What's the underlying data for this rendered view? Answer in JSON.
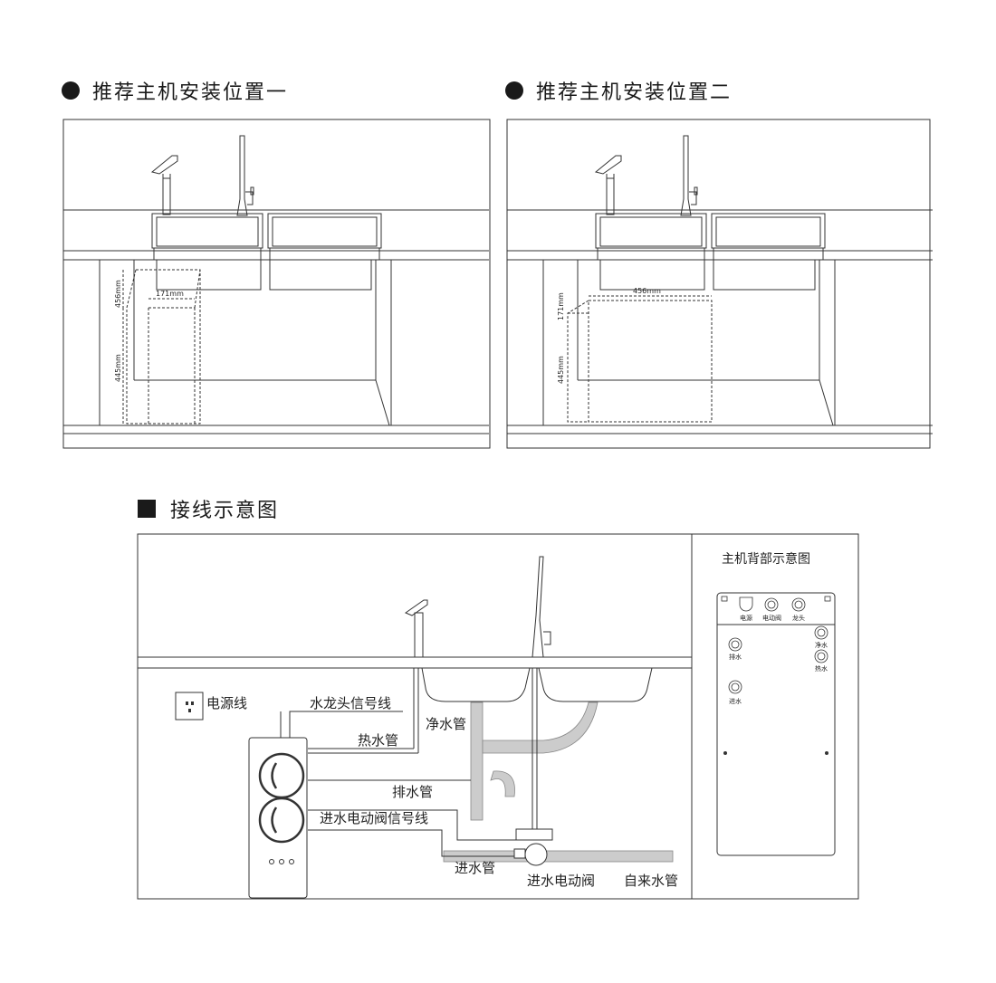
{
  "sections": {
    "position_one_title": "推荐主机安装位置一",
    "position_two_title": "推荐主机安装位置二",
    "wiring_title": "接线示意图"
  },
  "position_one": {
    "dim_height_top": "456mm",
    "dim_width": "171mm",
    "dim_height": "445mm"
  },
  "position_two": {
    "dim_width": "456mm",
    "dim_depth": "171mm",
    "dim_height": "445mm"
  },
  "wiring": {
    "power_cord": "电源线",
    "faucet_signal": "水龙头信号线",
    "hot_water_pipe": "热水管",
    "clean_water_pipe": "净水管",
    "drain_pipe": "排水管",
    "inlet_valve_signal": "进水电动阀信号线",
    "inlet_pipe": "进水管",
    "inlet_valve": "进水电动阀",
    "tap_water_pipe": "自来水管"
  },
  "back_panel": {
    "title": "主机背部示意图",
    "power": "电源",
    "valve": "电动阀",
    "faucet": "龙头",
    "drain": "排水",
    "clean": "净水",
    "hot": "热水",
    "inlet": "进水"
  }
}
